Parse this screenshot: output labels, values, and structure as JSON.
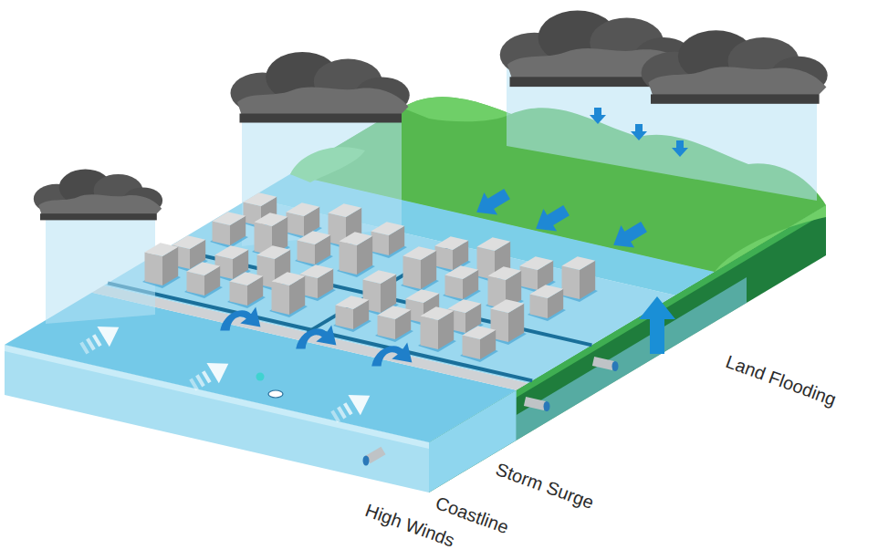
{
  "diagram": {
    "labels": [
      "Land Flooding",
      "Storm Surge",
      "Coastline",
      "High Winds"
    ]
  }
}
